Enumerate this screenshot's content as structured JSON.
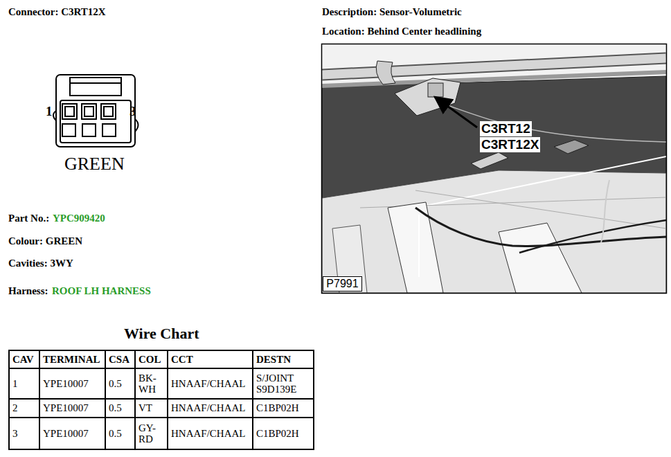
{
  "diagram": {
    "nodes": [
      {
        "text": [
          "P7991"
        ]
      }
    ],
    "labels": [
      "Connector: C3RT12X",
      "Description: Sensor-Volumetric",
      "Location: Behind Center headlining",
      "1",
      "3",
      "GREEN",
      "C3RT12",
      "C3RT12X",
      "Part No.:",
      "YPC909420",
      "Colour: GREEN",
      "Cavities: 3WY",
      "Harness:",
      "ROOF LH HARNESS",
      "Wire Chart",
      "CAV",
      "TERMINAL",
      "CSA",
      "COL",
      "CCT",
      "DESTN",
      "1",
      "YPE10007",
      "0.5",
      "BK-WH",
      "HNAAF/CHAAL",
      "S/JOINT S9D139E",
      "2",
      "YPE10007",
      "0.5",
      "VT",
      "HNAAF/CHAAL",
      "C1BP02H",
      "3",
      "YPE10007",
      "0.5",
      "GY-RD",
      "HNAAF/CHAAL",
      "C1BP02H"
    ]
  }
}
